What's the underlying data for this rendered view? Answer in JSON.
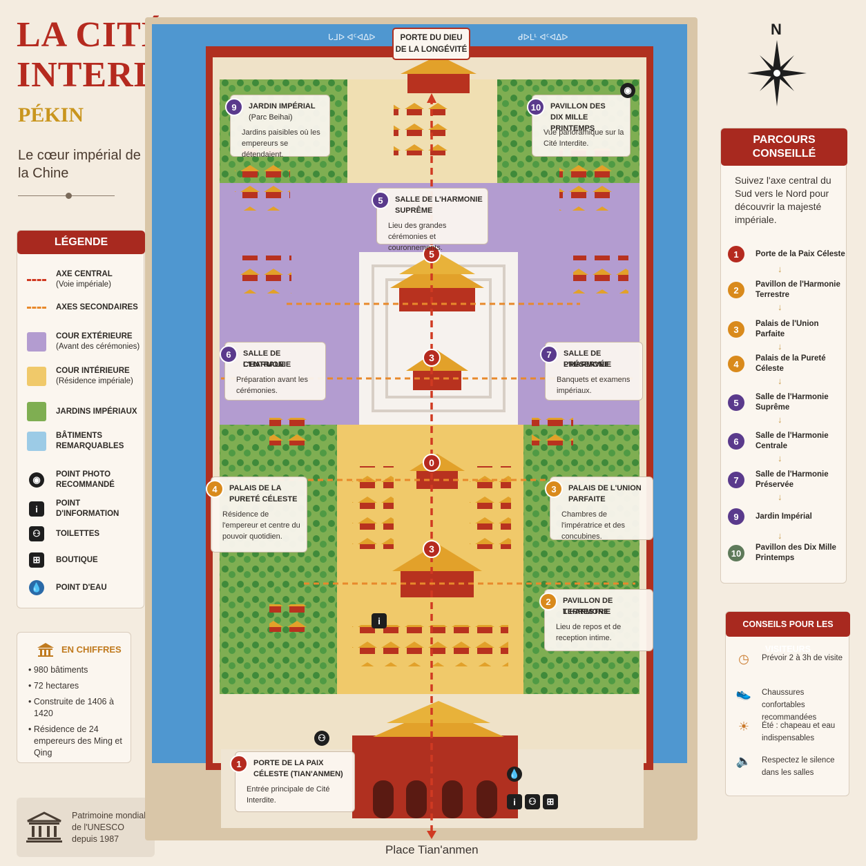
{
  "title": {
    "line1": "LA CITÉ",
    "line2": "INTERDITE",
    "city": "PÉKIN",
    "tagline": "Le cœur impérial de la Chine"
  },
  "legend": {
    "header": "LÉGENDE",
    "items": [
      {
        "label": "AXE CENTRAL",
        "sub": "(Voie impériale)",
        "symbol": "dash",
        "color": "#d03a22"
      },
      {
        "label": "AXES SECONDAIRES",
        "sub": "",
        "symbol": "dash",
        "color": "#e8892b"
      },
      {
        "label": "COUR EXTÉRIEURE",
        "sub": "(Avant des cérémonies)",
        "symbol": "swatch",
        "color": "#b39cd0"
      },
      {
        "label": "COUR INTÉRIEURE",
        "sub": "(Résidence impériale)",
        "symbol": "swatch",
        "color": "#f0c96a"
      },
      {
        "label": "JARDINS IMPÉRIAUX",
        "sub": "",
        "symbol": "swatch",
        "color": "#7fae52"
      },
      {
        "label": "BÂTIMENTS REMARQUABLES",
        "sub": "",
        "symbol": "swatch",
        "color": "#9ccbe6"
      },
      {
        "label": "POINT PHOTO RECOMMANDÉ",
        "sub": "",
        "symbol": "camera-icon"
      },
      {
        "label": "POINT D'INFORMATION",
        "sub": "",
        "symbol": "info-icon"
      },
      {
        "label": "TOILETTES",
        "sub": "",
        "symbol": "toilets-icon"
      },
      {
        "label": "BOUTIQUE",
        "sub": "",
        "symbol": "gift-icon"
      },
      {
        "label": "POINT D'EAU",
        "sub": "",
        "symbol": "water-icon"
      }
    ]
  },
  "figures": {
    "header": "EN CHIFFRES",
    "items": [
      "980 bâtiments",
      "72 hectares",
      "Construite de 1406 à 1420",
      "Résidence de 24 empereurs des Ming et Qing"
    ]
  },
  "unesco": {
    "text": "Patrimoine mondial de l'UNESCO depuis 1987"
  },
  "map": {
    "north": "N",
    "bottom_label": "Place Tian'anmen",
    "gate_north": {
      "line1": "PORTE DU DIEU",
      "line2": "DE LA LONGÉVITÉ"
    },
    "callouts": [
      {
        "num": "9",
        "title1": "JARDIN IMPÉRIAL",
        "title2": "(Parc Beihai)",
        "desc": "Jardins paisibles où les empereurs se détendaient."
      },
      {
        "num": "10",
        "title1": "PAVILLON DES",
        "title2": "DIX MILLE PRINTEMPS",
        "desc": "Vue panoramique sur la Cité Interdite."
      },
      {
        "num": "5",
        "title1": "SALLE DE L'HARMONIE",
        "title2": "SUPRÊME",
        "desc": "Lieu des grandes cérémonies et couronnements."
      },
      {
        "num": "6",
        "title1": "SALLE DE L'HARMONIE",
        "title2": "CENTRALE",
        "desc": "Préparation avant les cérémonies."
      },
      {
        "num": "7",
        "title1": "SALLE DE L'HARMONIE",
        "title2": "PRÉSERVÉE",
        "desc": "Banquets et examens impériaux."
      },
      {
        "num": "4",
        "title1": "PALAIS DE LA",
        "title2": "PURETÉ CÉLESTE",
        "desc": "Résidence de l'empereur et centre du pouvoir quotidien."
      },
      {
        "num": "3",
        "title1": "PALAIS DE L'UNION",
        "title2": "PARFAITE",
        "desc": "Chambres de l'impératrice et des concubines."
      },
      {
        "num": "2",
        "title1": "PAVILLON DE L'HARMONIE",
        "title2": "TERRESTRE",
        "desc": "Lieu de repos et de reception intime."
      },
      {
        "num": "1",
        "title1": "PORTE DE LA PAIX",
        "title2": "CÉLESTE (TIAN'ANMEN)",
        "desc": "Entrée principale de Cité Interdite."
      }
    ],
    "markers": [
      "5",
      "3",
      "0",
      "3"
    ]
  },
  "route": {
    "header1": "PARCOURS",
    "header2": "CONSEILLÉ",
    "intro": "Suivez l'axe central du Sud vers le Nord pour découvrir la majesté impériale.",
    "steps": [
      {
        "num": "1",
        "label": "Porte de la Paix Céleste",
        "color": "#b52a1f"
      },
      {
        "num": "2",
        "label": "Pavillon de l'Harmonie Terrestre",
        "color": "#d98a1c"
      },
      {
        "num": "3",
        "label": "Palais de l'Union Parfaite",
        "color": "#d98a1c"
      },
      {
        "num": "4",
        "label": "Palais de la Pureté Céleste",
        "color": "#d98a1c"
      },
      {
        "num": "5",
        "label": "Salle de l'Harmonie Suprême",
        "color": "#5a3a8c"
      },
      {
        "num": "6",
        "label": "Salle de l'Harmonie Centrale",
        "color": "#5a3a8c"
      },
      {
        "num": "7",
        "label": "Salle de l'Harmonie Préservée",
        "color": "#5a3a8c"
      },
      {
        "num": "9",
        "label": "Jardin Impérial",
        "color": "#5a3a8c"
      },
      {
        "num": "10",
        "label": "Pavillon des Dix Mille Printemps",
        "color": "#5e7a5a"
      }
    ]
  },
  "tips": {
    "header": "CONSEILS POUR LES VISITEURS",
    "items": [
      {
        "icon": "clock-icon",
        "text": "Prévoir 2 à 3h de visite"
      },
      {
        "icon": "shoe-icon",
        "text": "Chaussures confortables recommandées"
      },
      {
        "icon": "sun-icon",
        "text": "Été : chapeau et eau indispensables"
      },
      {
        "icon": "speaker-icon",
        "text": "Respectez le silence dans les salles"
      }
    ]
  }
}
